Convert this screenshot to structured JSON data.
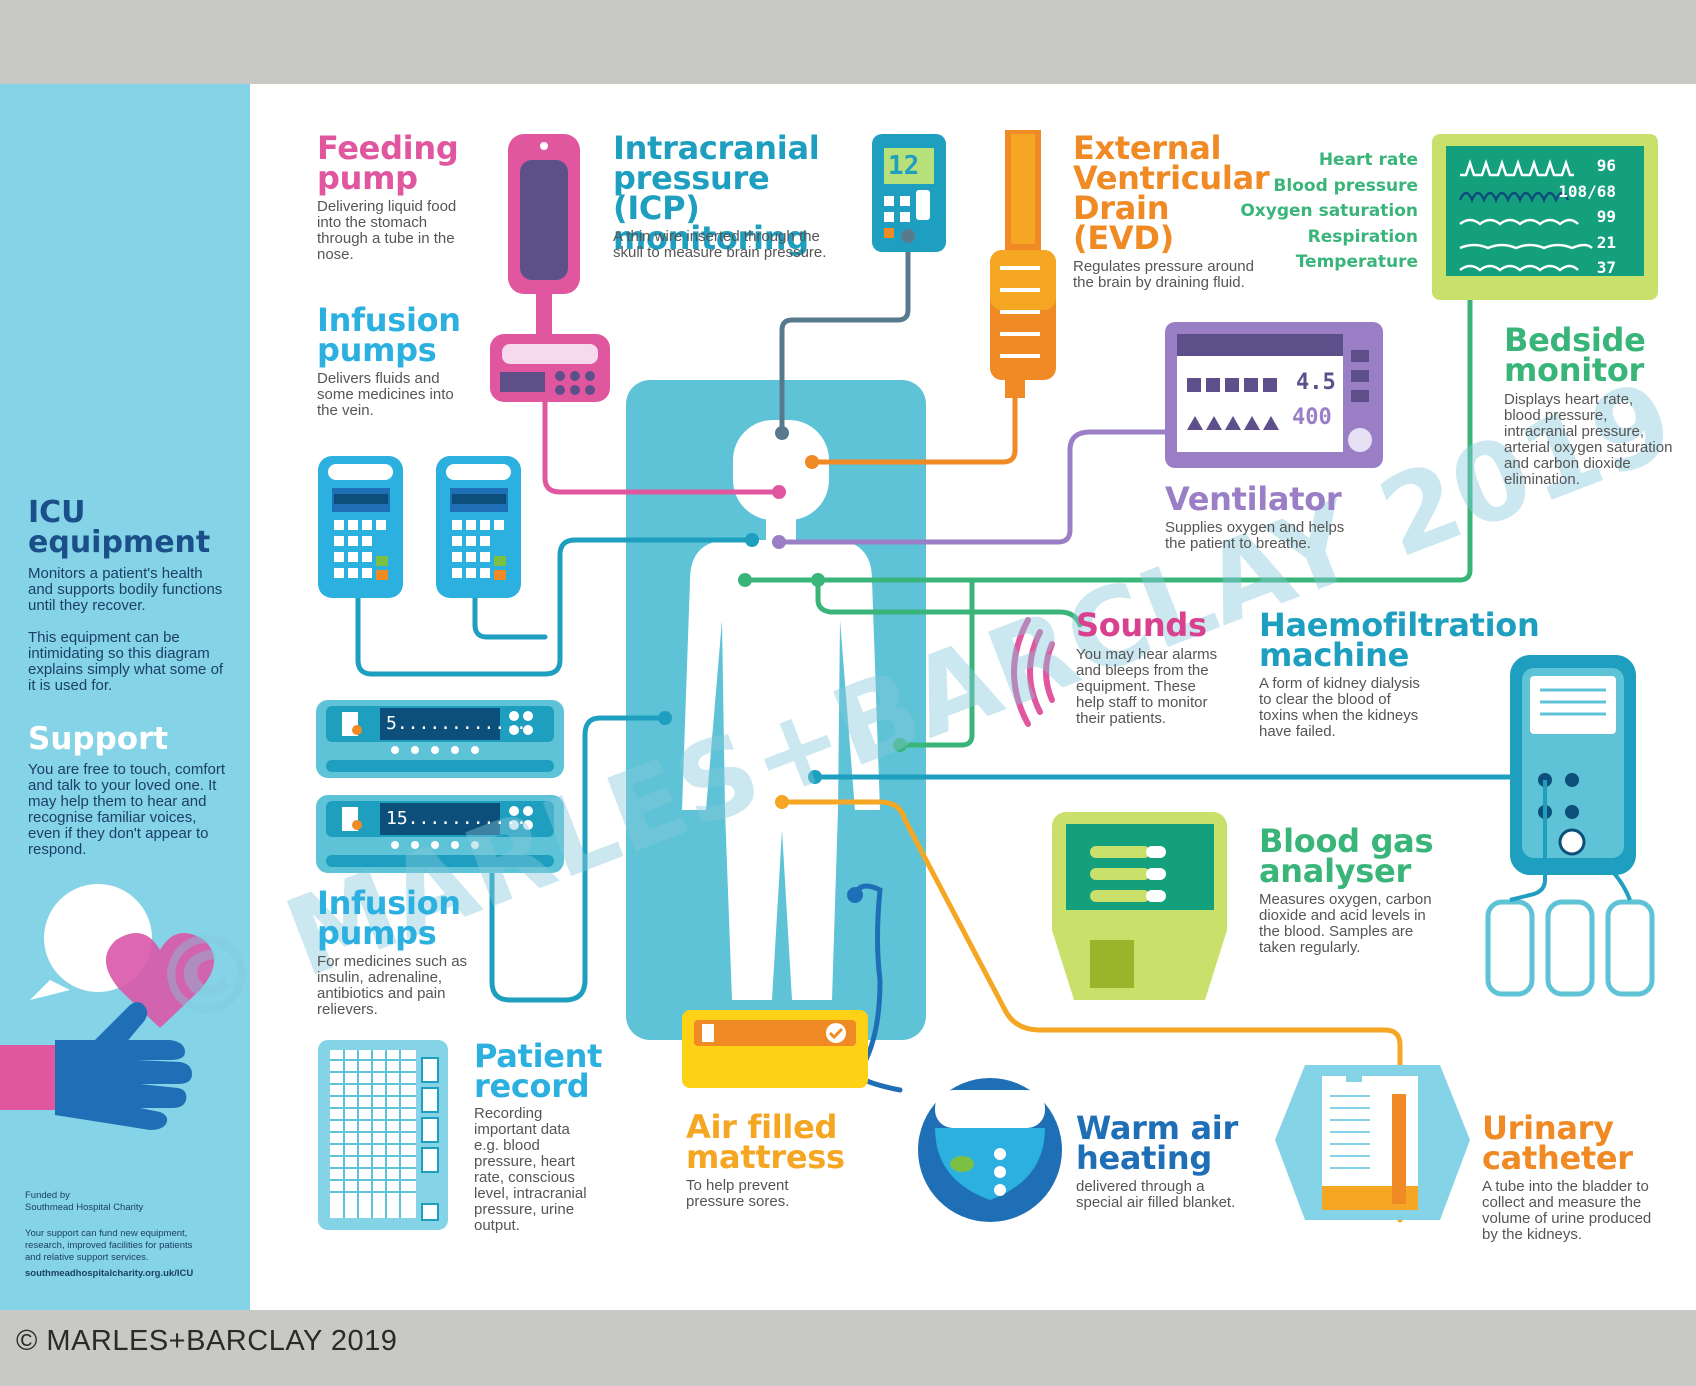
{
  "sidebar": {
    "icu_title": "ICU equipment",
    "icu_text_1": "Monitors a patient's health and supports bodily functions until they recover.",
    "icu_text_2": "This equipment can be intimidating so this diagram explains simply what some of it is used for.",
    "support_title": "Support",
    "support_text": "You are free to touch, comfort and talk to your loved one. It may help them to hear and recognise familiar voices, even if they don't appear to respond.",
    "funded_by": "Funded by",
    "charity": "Southmead Hospital Charity",
    "support_note": "Your support can fund new equipment, research, improved facilities for patients and relative support services.",
    "url": "southmeadhospitalcharity.org.uk/ICU"
  },
  "items": {
    "feeding_pump": {
      "title": "Feeding pump",
      "desc": "Delivering liquid food into the stomach through a tube in the nose."
    },
    "icp": {
      "title": "Intracranial pressure (ICP) monitoring",
      "desc": "A thin wire inserted through the skull to measure brain pressure."
    },
    "evd": {
      "title": "External Ventricular Drain (EVD)",
      "desc": "Regulates pressure around the brain by draining fluid."
    },
    "infusion_1": {
      "title": "Infusion pumps",
      "desc": "Delivers fluids and some medicines into the vein."
    },
    "bedside": {
      "title": "Bedside monitor",
      "desc": "Displays heart rate, blood pressure, intracranial pressure, arterial oxygen saturation and carbon dioxide elimination."
    },
    "ventilator": {
      "title": "Ventilator",
      "desc": "Supplies oxygen and helps the patient to breathe."
    },
    "sounds": {
      "title": "Sounds",
      "desc": "You may hear alarms and bleeps from the equipment. These help staff to monitor their patients."
    },
    "haemo": {
      "title": "Haemofiltration machine",
      "desc": "A form of kidney dialysis to clear the blood of toxins when the kidneys have failed."
    },
    "infusion_2": {
      "title": "Infusion pumps",
      "desc": "For medicines such as insulin, adrenaline, antibiotics and pain relievers."
    },
    "blood_gas": {
      "title": "Blood gas analyser",
      "desc": "Measures oxygen, carbon dioxide and acid levels in the blood. Samples are taken regularly."
    },
    "patient_record": {
      "title": "Patient record",
      "desc": "Recording important data e.g. blood pressure, heart rate, conscious level, intracranial pressure, urine output."
    },
    "mattress": {
      "title": "Air filled mattress",
      "desc": "To help prevent pressure sores."
    },
    "warm_air": {
      "title": "Warm air heating",
      "desc": "delivered through a special air filled blanket."
    },
    "catheter": {
      "title": "Urinary catheter",
      "desc": "A tube into the bladder to collect and measure the volume of urine produced by the kidneys."
    }
  },
  "monitor": {
    "labels": [
      "Heart rate",
      "Blood pressure",
      "Oxygen saturation",
      "Respiration",
      "Temperature"
    ],
    "values": [
      "96",
      "108/68",
      "99",
      "21",
      "37"
    ]
  },
  "devices": {
    "icp_reading": "12",
    "vent_reading_1": "4.5",
    "vent_reading_2": "400",
    "pump_reading_1": "5............",
    "pump_reading_2": "15..........."
  },
  "watermark": "© MARLES+BARCLAY 2019",
  "footer": {
    "copyright": "© MARLES+BARCLAY 2019"
  },
  "colors": {
    "sidebar": "#84d3e6",
    "pink": "#e0579f",
    "teal": "#1e9fbf",
    "orange": "#f08a24",
    "purple": "#9b7fc6",
    "green": "#3ab57a",
    "blue": "#1f6fb6",
    "amber": "#f5a623",
    "body": "#5ec3d6"
  }
}
